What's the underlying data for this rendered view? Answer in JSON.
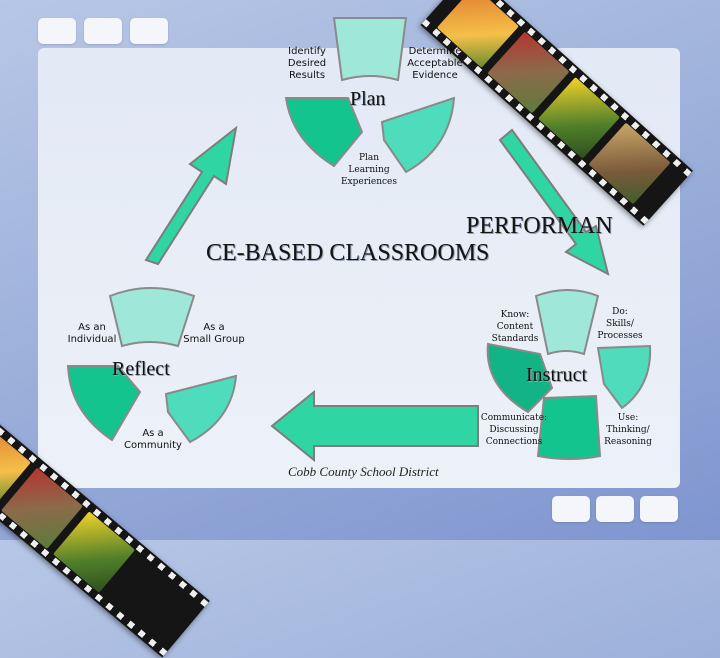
{
  "title_line_1": "PERFORMAN",
  "title_line_2": "CE-BASED CLASSROOMS",
  "plan": {
    "label": "Plan",
    "segments": [
      "Identify Desired Results",
      "Determine Acceptable Evidence",
      "Plan Learning Experiences"
    ],
    "seg_1_lines": [
      "Identify",
      "Desired",
      "Results"
    ],
    "seg_2_lines": [
      "Determine",
      "Acceptable",
      "Evidence"
    ],
    "seg_3_lines": [
      "Plan",
      "Learning",
      "Experiences"
    ]
  },
  "reflect": {
    "label": "Reflect",
    "seg_1_lines": [
      "As an",
      "Individual"
    ],
    "seg_2_lines": [
      "As a",
      "Small Group"
    ],
    "seg_3_lines": [
      "As a",
      "Community"
    ]
  },
  "instruct": {
    "label": "Instruct",
    "seg_1_lines": [
      "Know:",
      "Content",
      "Standards"
    ],
    "seg_2_lines": [
      "Do:",
      "Skills/",
      "Processes"
    ],
    "seg_3_lines": [
      "Communicate:",
      "Discussing",
      "Connections"
    ],
    "seg_4_lines": [
      "Use:",
      "Thinking/",
      "Reasoning"
    ]
  },
  "footer": "Cobb County School District",
  "colors": {
    "teal_light": "#9fe8d8",
    "teal_mid": "#4fdcbc",
    "teal_dark": "#1fca9c",
    "teal_deep": "#12b486",
    "arrow": "#2fd6a3",
    "background": "#9eb1db",
    "panel": "#e9eef7"
  }
}
